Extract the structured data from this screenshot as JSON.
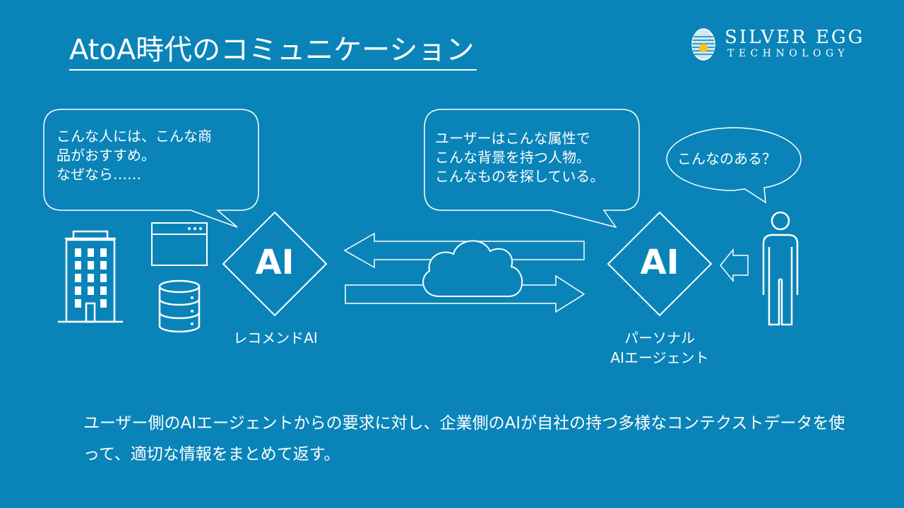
{
  "slide": {
    "title": "AtoA時代のコミュニケーション",
    "logo": {
      "main": "SILVER EGG",
      "sub": "TECHNOLOGY"
    },
    "bubble_recommend": "こんな人には、こんな商\n品がおすすめ。\nなぜなら……",
    "bubble_agent": "ユーザーはこんな属性で\nこんな背景を持つ人物。\nこんなものを探している。",
    "bubble_user": "こんなのある？",
    "ai_left": "AI",
    "ai_right": "AI",
    "label_recommend": "レコメンドAI",
    "label_agent": "パーソナル\nAIエージェント",
    "footer": "ユーザー側のAIエージェントからの要求に対し、企業側のAIが自社の持つ多様なコンテクストデータを使って、適切な情報をまとめて返す。"
  },
  "colors": {
    "background": "#0a84b8",
    "foreground": "#ffffff",
    "logo_accent": "#f5c518"
  }
}
